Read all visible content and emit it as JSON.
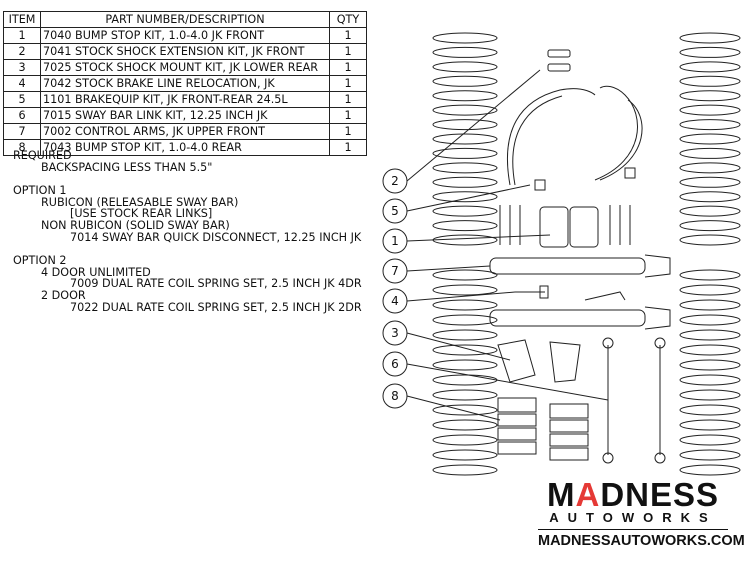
{
  "table": {
    "headers": [
      "ITEM",
      "PART NUMBER/DESCRIPTION",
      "QTY"
    ],
    "rows": [
      [
        "1",
        "7040 BUMP STOP KIT, 1.0-4.0 JK FRONT",
        "1"
      ],
      [
        "2",
        "7041 STOCK SHOCK EXTENSION KIT, JK FRONT",
        "1"
      ],
      [
        "3",
        "7025 STOCK SHOCK MOUNT KIT, JK LOWER REAR",
        "1"
      ],
      [
        "4",
        "7042 STOCK BRAKE LINE RELOCATION, JK",
        "1"
      ],
      [
        "5",
        "1101 BRAKEQUIP KIT, JK FRONT-REAR 24.5L",
        "1"
      ],
      [
        "6",
        "7015 SWAY BAR LINK KIT, 12.25 INCH JK",
        "1"
      ],
      [
        "7",
        "7002 CONTROL ARMS, JK UPPER FRONT",
        "1"
      ],
      [
        "8",
        "7043 BUMP STOP KIT, 1.0-4.0 REAR",
        "1"
      ]
    ]
  },
  "notes": {
    "required": "REQUIRED",
    "required_1": "BACKSPACING LESS THAN 5.5\"",
    "option1": "OPTION 1",
    "rubicon": "RUBICON (RELEASABLE SWAY BAR)",
    "rubicon_note": "[USE STOCK REAR LINKS]",
    "non_rubicon": "NON RUBICON  (SOLID SWAY BAR)",
    "non_rubicon_note": "7014 SWAY BAR QUICK DISCONNECT, 12.25 INCH JK",
    "option2": "OPTION 2",
    "four_door": "4 DOOR UNLIMITED",
    "four_door_note": "7009 DUAL RATE COIL SPRING SET, 2.5 INCH JK 4DR",
    "two_door": "2 DOOR",
    "two_door_note": "7022 DUAL RATE COIL SPRING SET, 2.5 INCH JK 2DR"
  },
  "callouts": [
    "2",
    "5",
    "1",
    "7",
    "4",
    "3",
    "6",
    "8"
  ],
  "logo": {
    "brand": "MADNESS",
    "brand_a": "A",
    "sub": "AUTOWORKS",
    "url": "MADNESSAUTOWORKS.COM",
    "accent": "#e53935"
  }
}
